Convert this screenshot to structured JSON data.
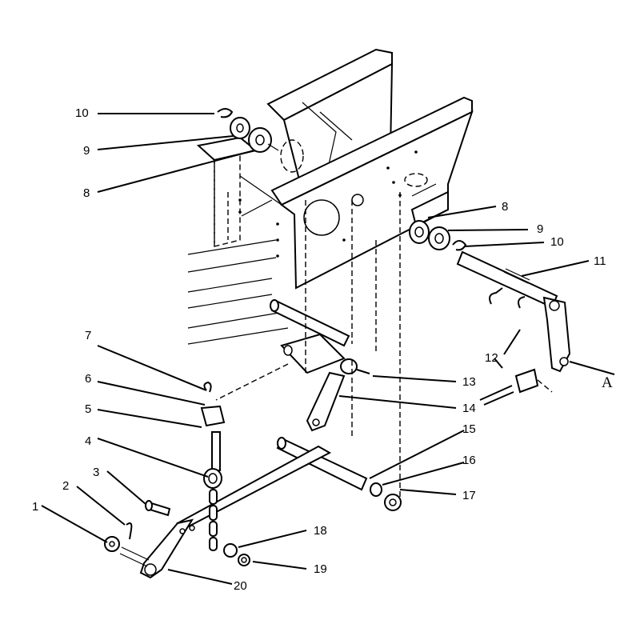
{
  "callouts": [
    {
      "id": "c10a",
      "label": "10"
    },
    {
      "id": "c9a",
      "label": "9"
    },
    {
      "id": "c8a",
      "label": "8"
    },
    {
      "id": "c8b",
      "label": "8"
    },
    {
      "id": "c9b",
      "label": "9"
    },
    {
      "id": "c10b",
      "label": "10"
    },
    {
      "id": "c11",
      "label": "11"
    },
    {
      "id": "c12",
      "label": "12"
    },
    {
      "id": "c13",
      "label": "13"
    },
    {
      "id": "c14",
      "label": "14"
    },
    {
      "id": "c15",
      "label": "15"
    },
    {
      "id": "c16",
      "label": "16"
    },
    {
      "id": "c17",
      "label": "17"
    },
    {
      "id": "c18",
      "label": "18"
    },
    {
      "id": "c19",
      "label": "19"
    },
    {
      "id": "c20",
      "label": "20"
    },
    {
      "id": "c7",
      "label": "7"
    },
    {
      "id": "c6",
      "label": "6"
    },
    {
      "id": "c5",
      "label": "5"
    },
    {
      "id": "c4",
      "label": "4"
    },
    {
      "id": "c3",
      "label": "3"
    },
    {
      "id": "c2",
      "label": "2"
    },
    {
      "id": "c1",
      "label": "1"
    }
  ],
  "detail_reference": "A"
}
